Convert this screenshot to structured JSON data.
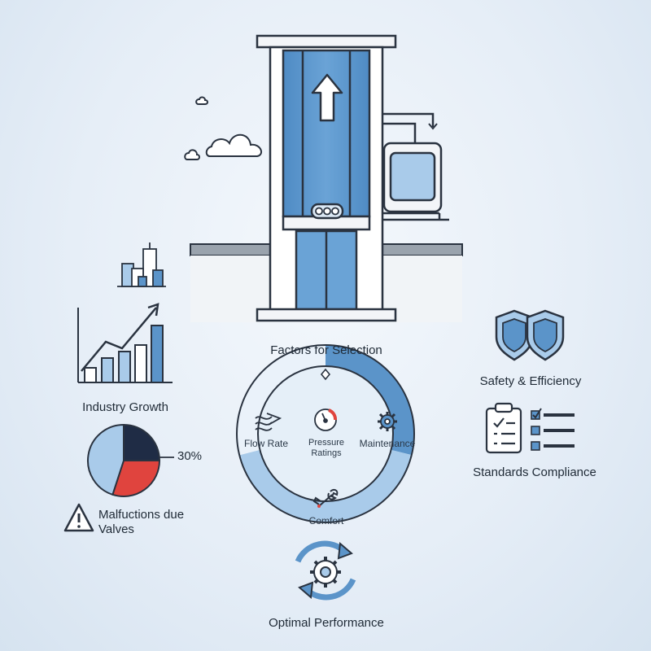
{
  "diagram": {
    "selection_title": "Factors for Selection",
    "factors": [
      {
        "id": "flow",
        "label": "Flow Rate",
        "icon": "flow-icon"
      },
      {
        "id": "pressure",
        "label": "Pressure\nRatings",
        "icon": "gauge-icon"
      },
      {
        "id": "maintenance",
        "label": "Maintenance",
        "icon": "gear-icon"
      },
      {
        "id": "comfort",
        "label": "Comfort",
        "icon": "wrench-icon"
      }
    ],
    "industry_growth": "Industry Growth",
    "malfunction": {
      "percent": "30%",
      "value": 30,
      "label_line1": "Malfuctions due",
      "label_line2": "Valves"
    },
    "safety": "Safety & Efficiency",
    "standards": "Standards Compliance",
    "optimal": "Optimal Performance"
  },
  "colors": {
    "primary_blue": "#5b94c9",
    "light_blue": "#a9cbea",
    "pale_blue": "#d4e6f6",
    "dark_navy": "#1f2c45",
    "alert_red": "#e0443e",
    "outline": "#2a3340"
  }
}
